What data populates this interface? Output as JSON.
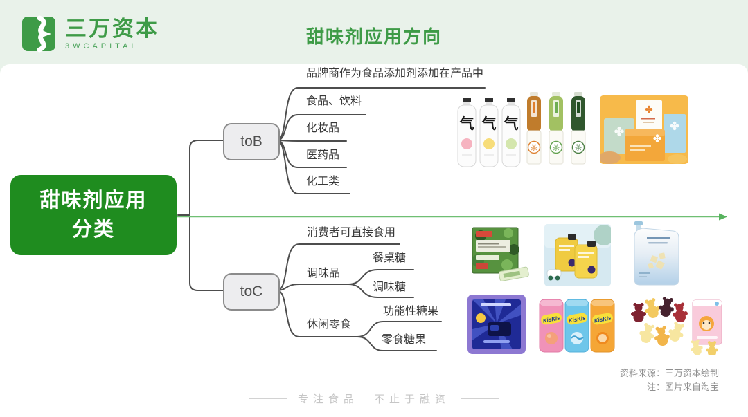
{
  "header": {
    "logo_cn": "三万资本",
    "logo_en": "3WCAPITAL",
    "title": "甜味剂应用方向"
  },
  "colors": {
    "brand_green": "#3e9b47",
    "root_box_green": "#1f8c1f",
    "arrow_green": "#6fbf73",
    "connector_gray": "#4d4d4d"
  },
  "diagram": {
    "root_line1": "甜味剂应用",
    "root_line2": "分类",
    "tob": {
      "node_label": "toB",
      "items": [
        "品牌商作为食品添加剂添加在产品中",
        "食品、饮料",
        "化妆品",
        "医药品",
        "化工类"
      ]
    },
    "toc": {
      "node_label": "toC",
      "direct_label": "消费者可直接食用",
      "seasoning_label": "调味品",
      "seasoning_children": [
        "餐桌糖",
        "调味糖"
      ],
      "snack_label": "休闲零食",
      "snack_children": [
        "功能性糖果",
        "零食糖果"
      ]
    }
  },
  "products": {
    "qi_glyph": "气",
    "tea_glyph": "茶",
    "kiskis_label": "KisKis"
  },
  "footer": {
    "tagline": "专注食品　不止于融资",
    "source_line1": "资料来源：三万资本绘制",
    "source_line2": "注：图片来自淘宝"
  }
}
